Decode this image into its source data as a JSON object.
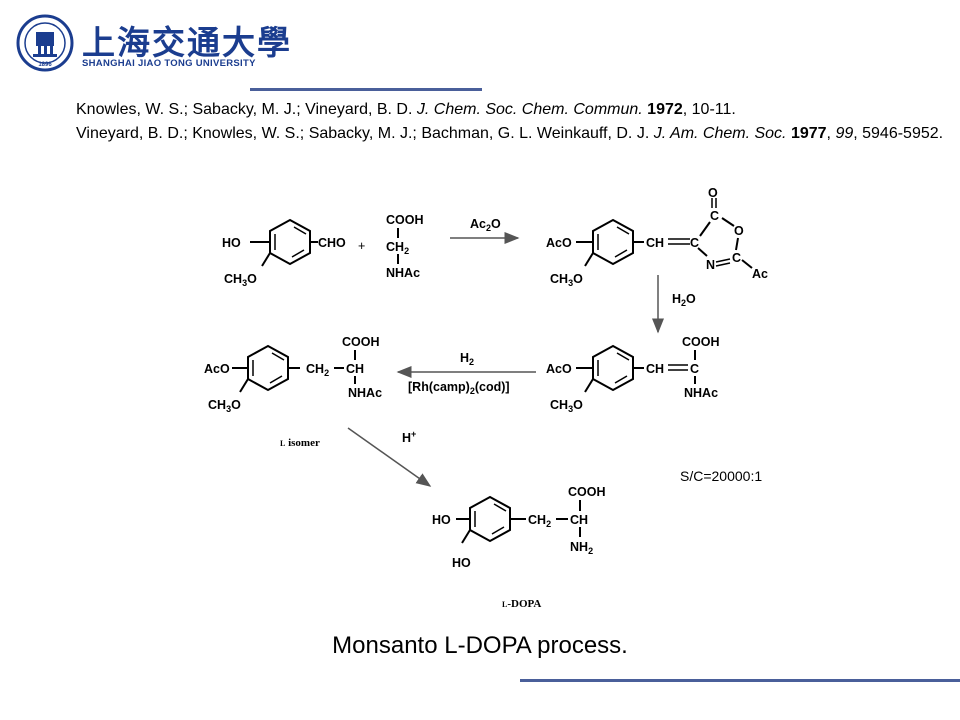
{
  "header": {
    "logo_cn": "上海交通大學",
    "logo_en": "SHANGHAI JIAO TONG UNIVERSITY",
    "emblem_year": "1896"
  },
  "references": [
    {
      "authors": "Knowles, W. S.; Sabacky, M. J.; Vineyard, B. D. ",
      "journal": "J. Chem. Soc. Chem. Commun.",
      "year": "1972",
      "pages": ", 10-11."
    },
    {
      "authors": "Vineyard, B. D.; Knowles, W. S.; Sabacky, M. J.; Bachman,  G. L. Weinkauff, D. J. ",
      "journal": "J. Am. Chem. Soc.",
      "year": "1977",
      "volume": "99",
      "pages": ", 5946-5952."
    }
  ],
  "scheme": {
    "reagent_step1": "Ac2O",
    "reagent_step2": "H2O",
    "reagent_step3_line1": "H2",
    "reagent_step3_line2": "[Rh(camp)2(cod)]",
    "reagent_step4": "H+",
    "isomer_label": "L isomer",
    "product_label": "L-DOPA",
    "sc_ratio": "S/C=20000:1"
  },
  "caption": "Monsanto L-DOPA process."
}
